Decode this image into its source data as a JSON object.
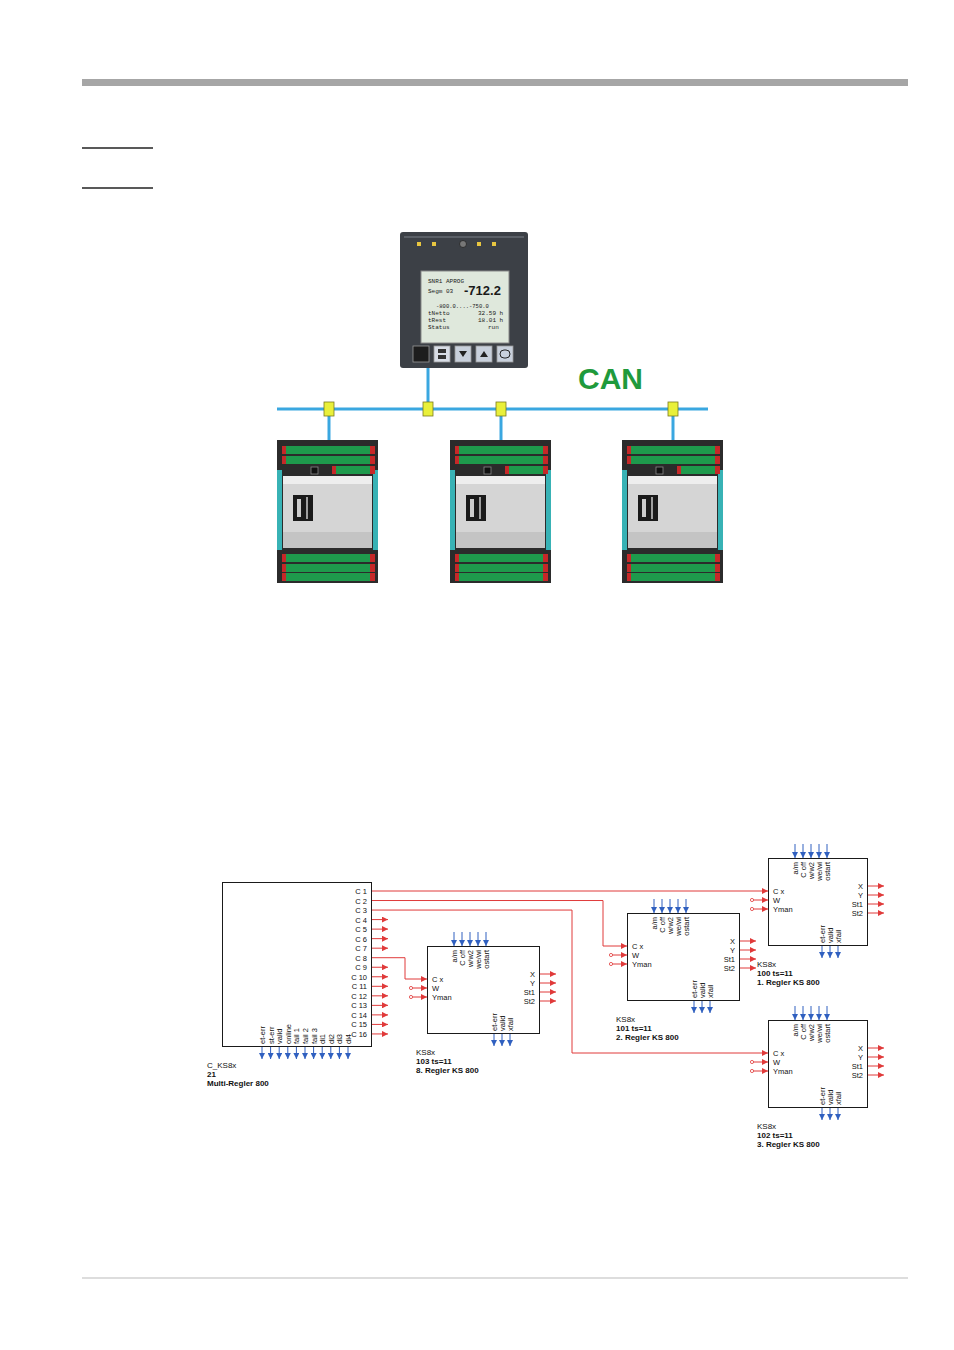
{
  "diagram": {
    "nodes": [
      {
        "text": [
          "C_KS8x",
          "21",
          "Multi-Regler 800"
        ]
      },
      {
        "text": [
          "KS8x",
          "103 ts=11",
          "8. Regler KS 800"
        ]
      },
      {
        "text": [
          "KS8x",
          "101 ts=11",
          "2. Regler KS 800"
        ]
      },
      {
        "text": [
          "KS8x",
          "100 ts=11",
          "1. Regler KS 800"
        ]
      },
      {
        "text": [
          "KS8x",
          "102 ts=11",
          "3. Regler KS 800"
        ]
      }
    ],
    "edges": [
      {
        "from": 0,
        "to": 3,
        "arrow": "to"
      },
      {
        "from": 0,
        "to": 2,
        "arrow": "to"
      },
      {
        "from": 0,
        "to": 4,
        "arrow": "to"
      },
      {
        "from": 0,
        "to": 1,
        "arrow": "to"
      }
    ],
    "labels": [
      "SNR1 APROG",
      "Segm 03",
      "-712.2",
      "-800.0....-750.0",
      "tNetto",
      "32.59 h",
      "tRest",
      "18.01 h",
      "Status",
      "run",
      "CAN",
      "C 1",
      "C 2",
      "C 3",
      "C 4",
      "C 5",
      "C 6",
      "C 7",
      "C 8",
      "C 9",
      "C 10",
      "C 11",
      "C 12",
      "C 13",
      "C 14",
      "C 15",
      "C 16",
      "et-err",
      "st-err",
      "valid",
      "online",
      "fail 1",
      "fail 2",
      "fail 3",
      "di1",
      "di2",
      "di3",
      "di4",
      "a/m",
      "C off",
      "w/w2",
      "we/wi",
      "ostart",
      "C x",
      "W",
      "Yman",
      "X",
      "Y",
      "St1",
      "St2",
      "et-err",
      "valid",
      "xfail",
      "a/m",
      "C off",
      "w/w2",
      "we/wi",
      "ostart",
      "C x",
      "W",
      "Yman",
      "X",
      "Y",
      "St1",
      "St2",
      "et-err",
      "valid",
      "xfail",
      "a/m",
      "C off",
      "w/w2",
      "we/wi",
      "ostart",
      "C x",
      "W",
      "Yman",
      "X",
      "Y",
      "St1",
      "St2",
      "et-err",
      "valid",
      "xfail",
      "a/m",
      "C off",
      "w/w2",
      "we/wi",
      "ostart",
      "C x",
      "W",
      "Yman",
      "X",
      "Y",
      "St1",
      "St2",
      "et-err",
      "valid",
      "xfail"
    ]
  }
}
